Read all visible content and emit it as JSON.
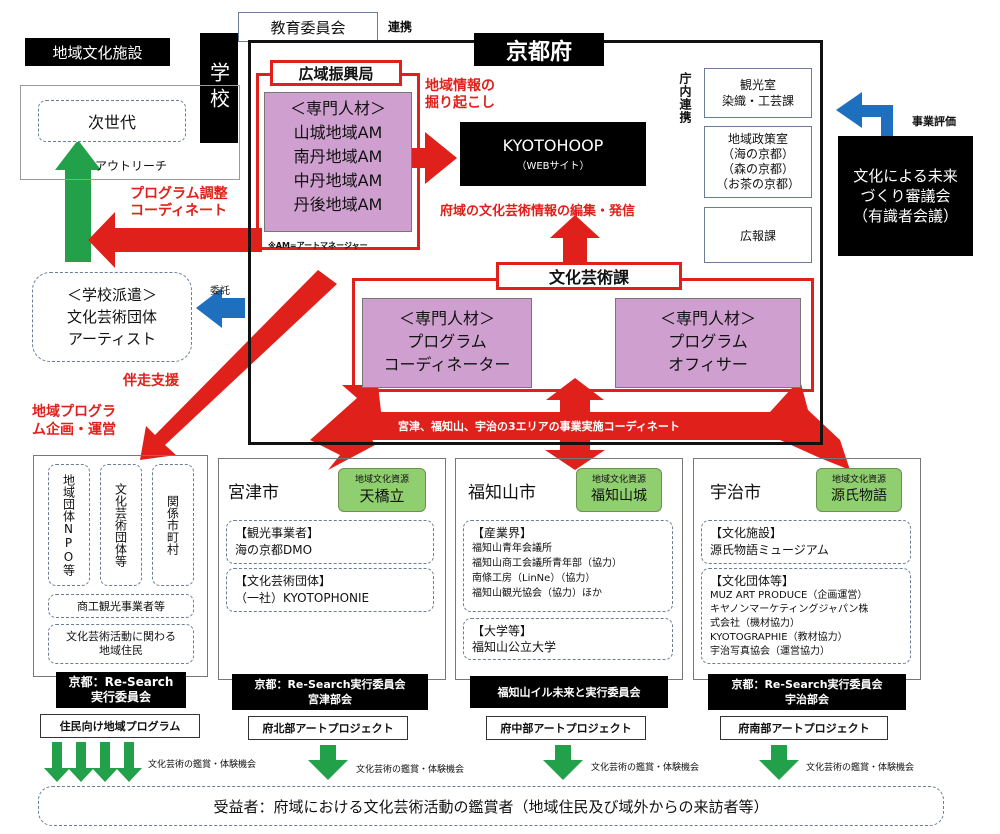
{
  "top": {
    "kyoiku": "教育委員会",
    "renkei": "連携",
    "chiiki_bunka": "地域文化施設",
    "gakko": "学校",
    "kyotofu": "京都府"
  },
  "left": {
    "jisedai": "次世代",
    "outreach": "アウトリーチ",
    "program_chosei": "プログラム調整\nコーディネート",
    "haken": "＜学校派遣＞\n文化芸術団体\nアーティスト",
    "itaku": "委託",
    "bansou": "伴走支援",
    "chiiki_program": "地域プログラ\nム企画・運営"
  },
  "kouiki": {
    "title": "広域振興局",
    "senmon": "＜専門人材＞",
    "yamashiro": "山城地域AM",
    "nantan": "南丹地域AM",
    "chutan": "中丹地域AM",
    "tango": "丹後地域AM",
    "note": "※AM=アートマネージャー"
  },
  "center": {
    "horiokoshi": "地域情報の\n掘り起こし",
    "kyotohoop": "KYOTOHOOP",
    "website": "（WEBサイト）",
    "henshu": "府域の文化芸術情報の編集・発信",
    "bunka_geijutsu_ka": "文化芸術課",
    "coord_title": "＜専門人材＞",
    "coord_body": "プログラム\nコーディネーター",
    "officer_title": "＜専門人材＞",
    "officer_body": "プログラム\nオフィサー",
    "three_area": "宮津、福知山、宇治の3エリアの事業実施コーディネート"
  },
  "right": {
    "chonai": "庁内連携",
    "kankoshitsu": "観光室\n染織・工芸課",
    "chiiki_seisaku": "地域政策室\n（海の京都）\n（森の京都）\n（お茶の京都）",
    "kohoka": "広報課",
    "jigyo_hyoka": "事業評価",
    "shingikai": "文化による未来\nづくり審議会\n（有識者会議）"
  },
  "col1": {
    "v1": "地域団体NPO等",
    "v2": "文化芸術団体等",
    "v3": "関係市町村",
    "shoko": "商工観光事業者等",
    "jumin": "文化芸術活動に関わる\n地域住民",
    "footer": "京都：Re-Search\n実行委員会",
    "project": "住民向け地域プログラム"
  },
  "miyazu": {
    "city": "宮津市",
    "resource_label": "地域文化資源",
    "resource": "天橋立",
    "g1_title": "【観光事業者】",
    "g1_body": "海の京都DMO",
    "g2_title": "【文化芸術団体】",
    "g2_body": "（一社）KYOTOPHONIE",
    "footer": "京都：Re-Search実行委員会\n宮津部会",
    "project": "府北部アートプロジェクト"
  },
  "fukuchiyama": {
    "city": "福知山市",
    "resource_label": "地域文化資源",
    "resource": "福知山城",
    "g1_title": "【産業界】",
    "g1_body": "福知山青年会議所\n福知山商工会議所青年部（協力）\n南條工房（LinNe）（協力）\n福知山観光協会（協力）ほか",
    "g2_title": "【大学等】",
    "g2_body": "福知山公立大学",
    "footer": "福知山イル未来と実行委員会",
    "project": "府中部アートプロジェクト"
  },
  "uji": {
    "city": "宇治市",
    "resource_label": "地域文化資源",
    "resource": "源氏物語",
    "g1_title": "【文化施設】",
    "g1_body": "源氏物語ミュージアム",
    "g2_title": "【文化団体等】",
    "g2_body": "MUZ ART PRODUCE（企画運営）\nキヤノンマーケティングジャパン株\n式会社（機材協力）\nKYOTOGRAPHIE（教材協力）\n宇治写真協会（運営協力）",
    "footer": "京都：Re-Search実行委員会\n宇治部会",
    "project": "府南部アートプロジェクト"
  },
  "bottom": {
    "kansho": "文化芸術の鑑賞・体験機会",
    "jueki": "受益者：府域における文化芸術活動の鑑賞者（地域住民及び域外からの来訪者等）"
  },
  "colors": {
    "red": "#e0201a",
    "green_arrow": "#22a04a",
    "blue_arrow": "#1f6fbf",
    "purple": "#cfa0cf",
    "resource_green": "#8fcf6f"
  }
}
